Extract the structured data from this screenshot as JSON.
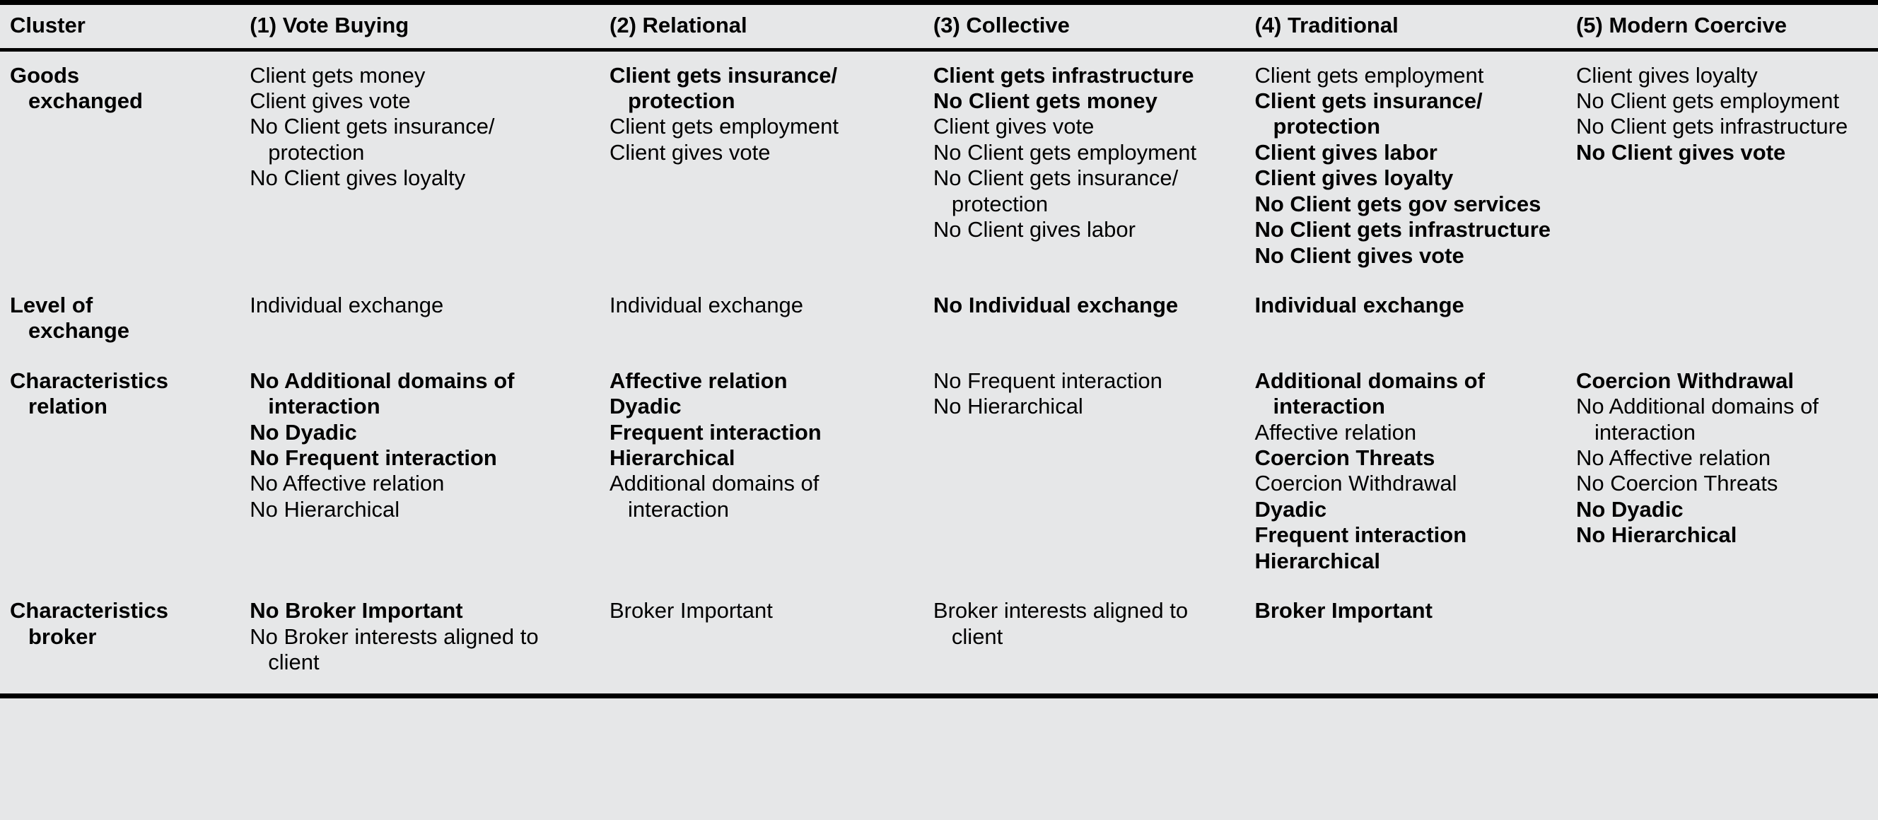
{
  "table": {
    "headers": [
      "Cluster",
      "(1) Vote Buying",
      "(2) Relational",
      "(3) Collective",
      "(4) Traditional",
      "(5) Modern Coercive"
    ],
    "rows": [
      {
        "label_line1": "Goods",
        "label_line2": "exchanged",
        "cells": [
          [
            {
              "text": "Client gets money",
              "bold": false
            },
            {
              "text": "Client gives vote",
              "bold": false
            },
            {
              "text": "No Client gets insurance/ protection",
              "bold": false
            },
            {
              "text": "No Client gives loyalty",
              "bold": false
            }
          ],
          [
            {
              "text": "Client gets insurance/ protection",
              "bold": true
            },
            {
              "text": "Client gets employment",
              "bold": false
            },
            {
              "text": "Client gives vote",
              "bold": false
            }
          ],
          [
            {
              "text": "Client gets infrastructure",
              "bold": true
            },
            {
              "text": "No Client gets money",
              "bold": true
            },
            {
              "text": "Client gives vote",
              "bold": false
            },
            {
              "text": "No Client gets employment",
              "bold": false
            },
            {
              "text": "No Client gets insurance/ protection",
              "bold": false
            },
            {
              "text": "No Client gives labor",
              "bold": false
            }
          ],
          [
            {
              "text": "Client gets employment",
              "bold": false
            },
            {
              "text": "Client gets insurance/ protection",
              "bold": true
            },
            {
              "text": "Client gives labor",
              "bold": true
            },
            {
              "text": "Client gives loyalty",
              "bold": true
            },
            {
              "text": "No Client gets gov services",
              "bold": true
            },
            {
              "text": "No Client gets infrastructure",
              "bold": true
            },
            {
              "text": "No Client gives vote",
              "bold": true
            }
          ],
          [
            {
              "text": "Client gives loyalty",
              "bold": false
            },
            {
              "text": "No Client gets employment",
              "bold": false
            },
            {
              "text": "No Client gets infrastructure",
              "bold": false
            },
            {
              "text": "No Client gives vote",
              "bold": true
            }
          ]
        ]
      },
      {
        "label_line1": "Level of",
        "label_line2": "exchange",
        "cells": [
          [
            {
              "text": "Individual exchange",
              "bold": false
            }
          ],
          [
            {
              "text": "Individual exchange",
              "bold": false
            }
          ],
          [
            {
              "text": "No Individual exchange",
              "bold": true
            }
          ],
          [
            {
              "text": "Individual exchange",
              "bold": true
            }
          ],
          []
        ]
      },
      {
        "label_line1": "Characteristics",
        "label_line2": "relation",
        "cells": [
          [
            {
              "text": "No Additional domains of interaction",
              "bold": true
            },
            {
              "text": "No Dyadic",
              "bold": true
            },
            {
              "text": "No Frequent interaction",
              "bold": true
            },
            {
              "text": "No Affective relation",
              "bold": false
            },
            {
              "text": "No Hierarchical",
              "bold": false
            }
          ],
          [
            {
              "text": "Affective relation",
              "bold": true
            },
            {
              "text": "Dyadic",
              "bold": true
            },
            {
              "text": "Frequent interaction",
              "bold": true
            },
            {
              "text": "Hierarchical",
              "bold": true
            },
            {
              "text": "Additional domains of interaction",
              "bold": false
            }
          ],
          [
            {
              "text": "No Frequent interaction",
              "bold": false
            },
            {
              "text": "No Hierarchical",
              "bold": false
            }
          ],
          [
            {
              "text": "Additional domains of interaction",
              "bold": true
            },
            {
              "text": "Affective relation",
              "bold": false
            },
            {
              "text": "Coercion Threats",
              "bold": true
            },
            {
              "text": "Coercion Withdrawal",
              "bold": false
            },
            {
              "text": "Dyadic",
              "bold": true
            },
            {
              "text": "Frequent interaction",
              "bold": true
            },
            {
              "text": "Hierarchical",
              "bold": true
            }
          ],
          [
            {
              "text": "Coercion Withdrawal",
              "bold": true
            },
            {
              "text": "No Additional domains of interaction",
              "bold": false
            },
            {
              "text": "No Affective relation",
              "bold": false
            },
            {
              "text": "No Coercion Threats",
              "bold": false
            },
            {
              "text": "No Dyadic",
              "bold": true
            },
            {
              "text": "No Hierarchical",
              "bold": true
            }
          ]
        ]
      },
      {
        "label_line1": "Characteristics",
        "label_line2": "broker",
        "cells": [
          [
            {
              "text": "No Broker Important",
              "bold": true
            },
            {
              "text": "No Broker interests aligned to client",
              "bold": false
            }
          ],
          [
            {
              "text": "Broker Important",
              "bold": false
            }
          ],
          [
            {
              "text": "Broker interests aligned to client",
              "bold": false
            }
          ],
          [
            {
              "text": "Broker Important",
              "bold": true
            }
          ],
          []
        ]
      }
    ]
  }
}
